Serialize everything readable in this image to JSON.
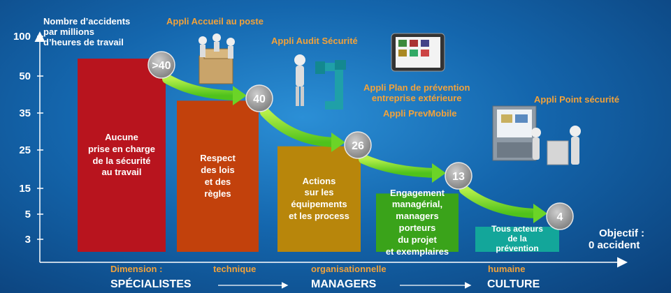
{
  "chart_data": {
    "type": "bar",
    "ylabel": "Nombre d’accidents par millions d’heures de travail",
    "y_ticks": [
      "100",
      "50",
      "35",
      "25",
      "15",
      "5",
      "3"
    ],
    "categories": [
      "Aucune prise en charge de la sécurité au travail",
      "Respect des lois et des règles",
      "Actions sur les équipements et les process",
      "Engagement managérial, managers porteurs du projet et exemplaires",
      "Tous acteurs de la prévention"
    ],
    "values": [
      60,
      40,
      26,
      13,
      4
    ],
    "value_labels": [
      ">40",
      "40",
      "26",
      "13",
      "4"
    ],
    "colors": [
      "#b8141e",
      "#c2410c",
      "#b8860b",
      "#3aa31a",
      "#13a69a"
    ]
  },
  "axis": {
    "ylabel_line1": "Nombre d’accidents",
    "ylabel_line2": "par millions",
    "ylabel_line3": "d’heures de travail"
  },
  "bars": [
    {
      "lines": [
        "Aucune",
        "prise en charge",
        "de la sécurité",
        "au travail"
      ]
    },
    {
      "lines": [
        "Respect",
        "des lois",
        "et des",
        "règles"
      ]
    },
    {
      "lines": [
        "Actions",
        "sur les",
        "équipements",
        "et les process"
      ]
    },
    {
      "lines": [
        "Engagement",
        "managérial,",
        "managers",
        "porteurs",
        "du projet",
        "et exemplaires"
      ]
    },
    {
      "lines": [
        "Tous acteurs",
        "de la",
        "prévention"
      ]
    }
  ],
  "apps": {
    "accueil": "Appli Accueil au poste",
    "audit": "Appli Audit Sécurité",
    "plan_line1": "Appli Plan de prévention",
    "plan_line2": "entreprise extérieure",
    "prevmobile": "Appli PrevMobile",
    "point": "Appli Point sécurité"
  },
  "objective": {
    "line1": "Objectif :",
    "line2": "0 accident"
  },
  "dimension": {
    "label": "Dimension :",
    "technique": "technique",
    "organisationnelle": "organisationnelle",
    "humaine": "humaine"
  },
  "bottom": {
    "specialistes": "SPÉCIALISTES",
    "managers": "MANAGERS",
    "culture": "CULTURE"
  },
  "icons": [
    "meeting-figures-icon",
    "pipe-figure-icon",
    "tablet-icon",
    "kiosk-figures-icon",
    "green-arrow-icon"
  ]
}
